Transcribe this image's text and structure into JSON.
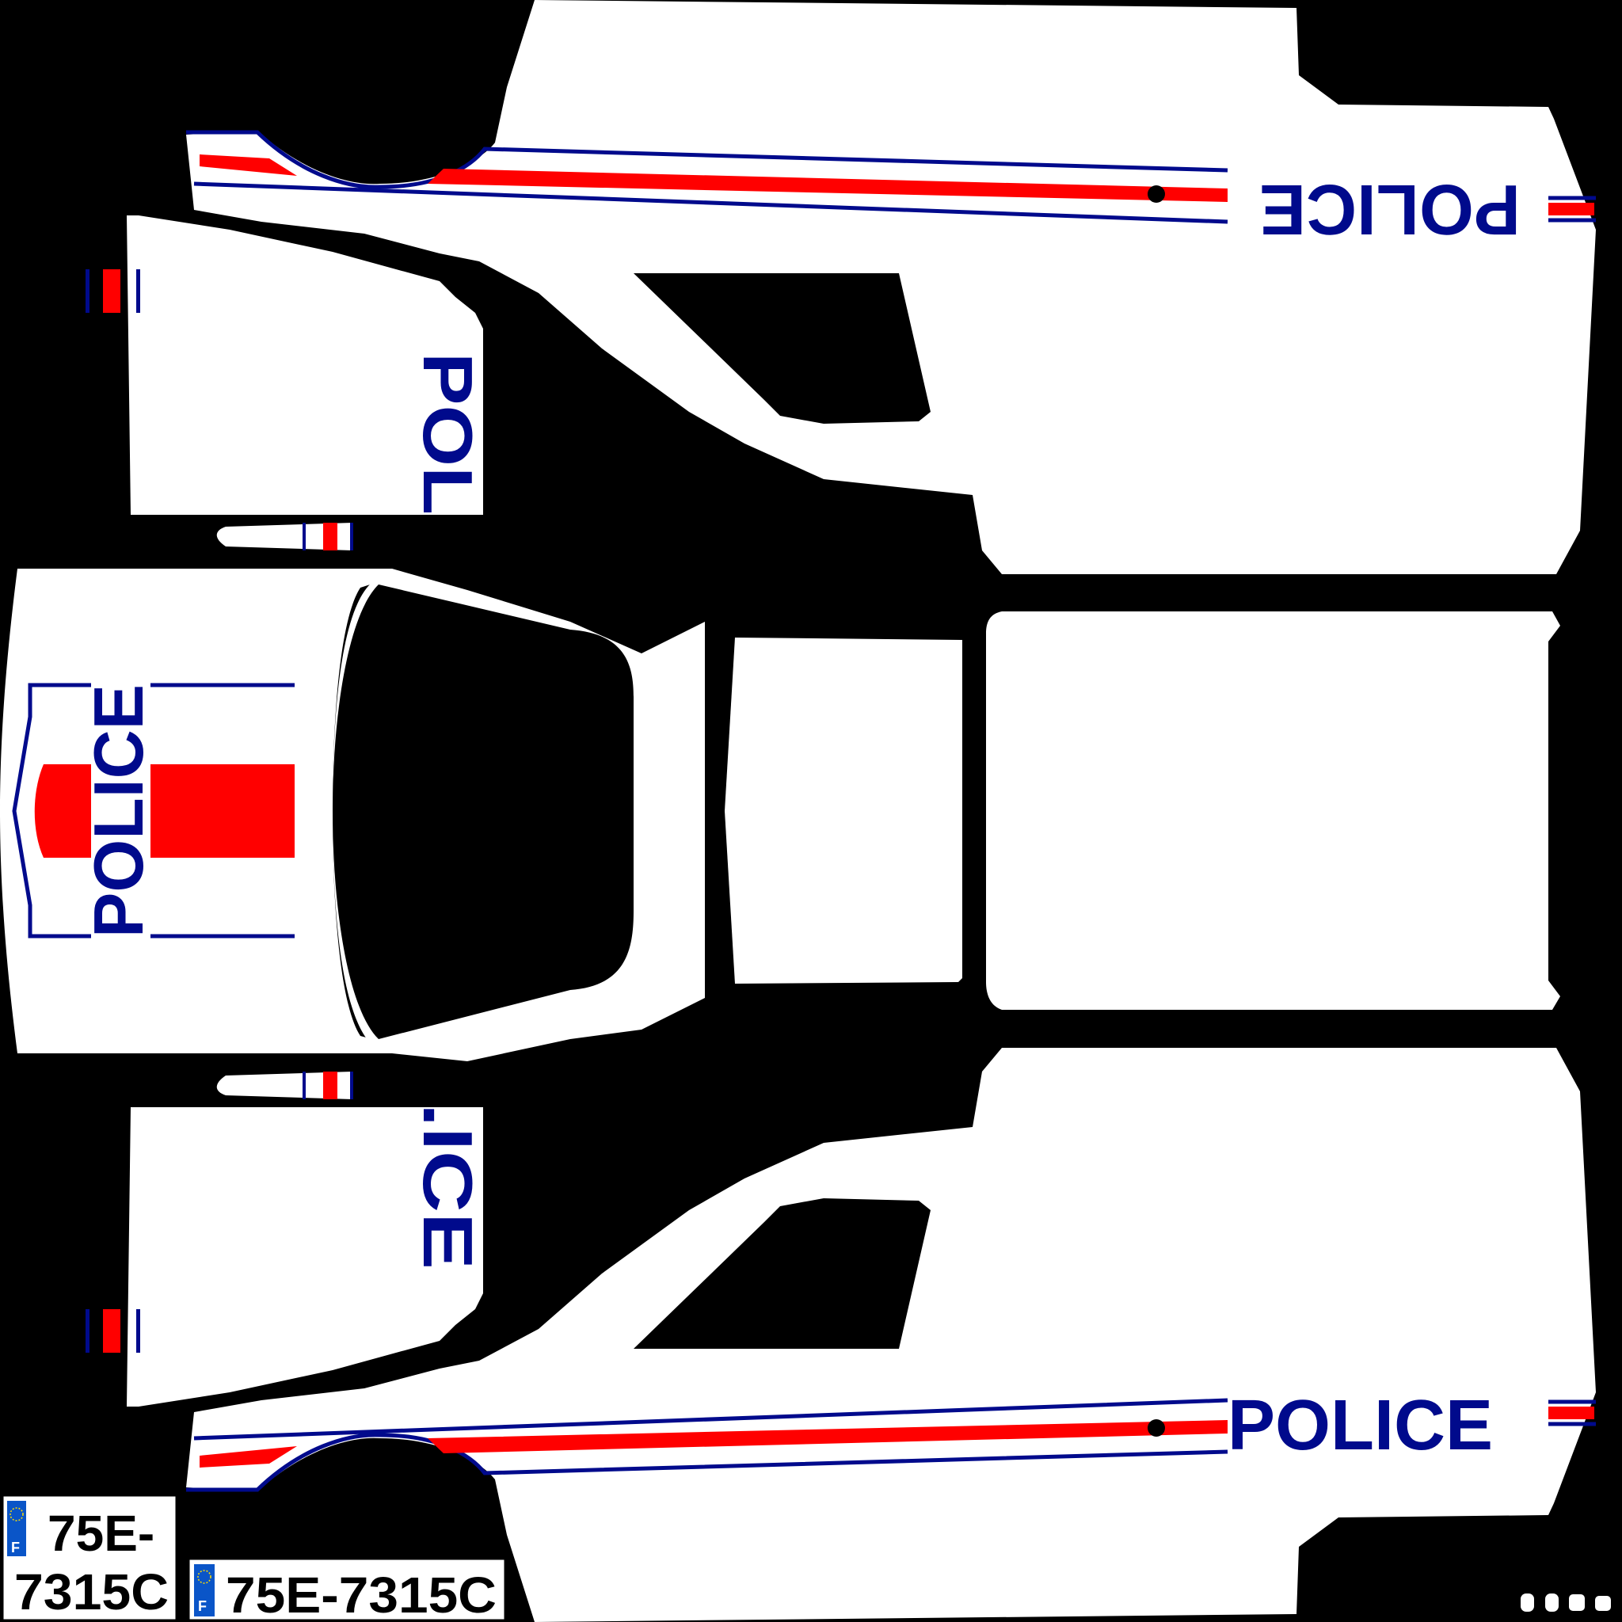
{
  "livery": {
    "side_top_text": "POLICE",
    "door_front_text": "POL",
    "hood_text": "POLICE",
    "door_rear_text": ".ICE",
    "side_bottom_text": "POLICE"
  },
  "plates": {
    "square_line1": "75E-",
    "square_line2": "7315C",
    "long": "75E-7315C",
    "country_code": "F"
  },
  "colors": {
    "body": "#ffffff",
    "blue": "#000a8c",
    "red": "#ff0000",
    "background": "#000000",
    "eu_blue": "#0a55c8"
  }
}
